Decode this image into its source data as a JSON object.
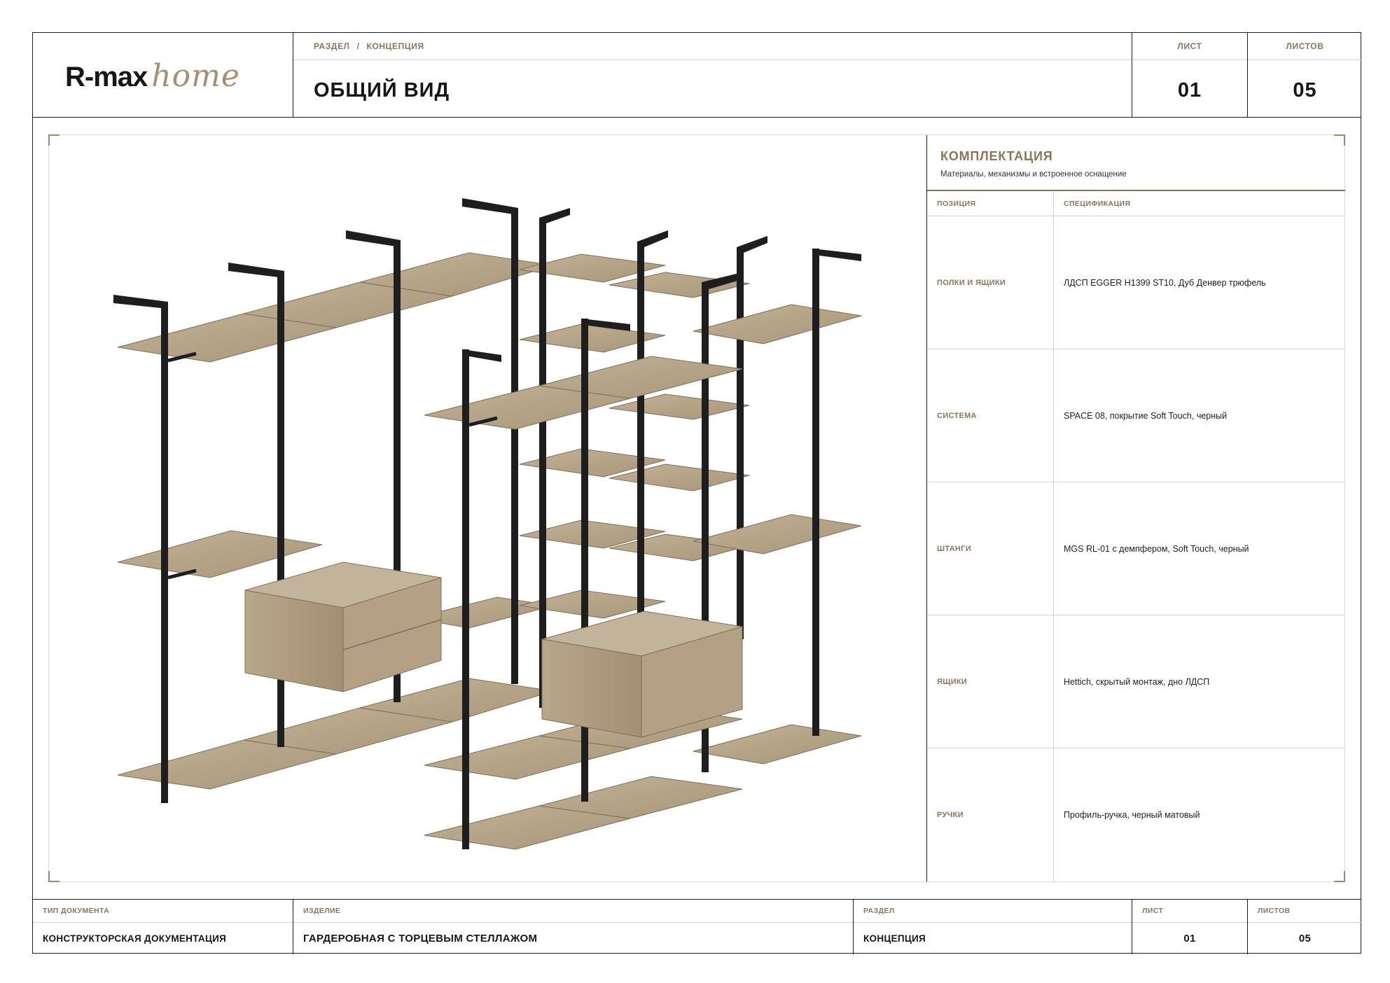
{
  "brand": {
    "wordmark": "R-max",
    "script": "home"
  },
  "header": {
    "section_caption_left": "РАЗДЕЛ",
    "section_separator": "/",
    "section_caption_right": "КОНЦЕПЦИЯ",
    "title": "ОБЩИЙ ВИД",
    "sheet_label": "ЛИСТ",
    "sheet_value": "01",
    "sheets_label": "ЛИСТОВ",
    "sheets_value": "05"
  },
  "spec": {
    "title": "КОМПЛЕКТАЦИЯ",
    "subtitle": "Материалы, механизмы и встроенное оснащение",
    "col_position": "ПОЗИЦИЯ",
    "col_specification": "СПЕЦИФИКАЦИЯ",
    "rows": [
      {
        "position": "ПОЛКИ И ЯЩИКИ",
        "value": "ЛДСП EGGER H1399 ST10, Дуб Денвер трюфель"
      },
      {
        "position": "СИСТЕМА",
        "value": "SPACE 08, покрытие Soft Touch, черный"
      },
      {
        "position": "ШТАНГИ",
        "value": "MGS RL-01 с демпфером, Soft Touch, черный"
      },
      {
        "position": "ЯЩИКИ",
        "value": "Hettich, скрытый монтаж, дно ЛДСП"
      },
      {
        "position": "РУЧКИ",
        "value": "Профиль-ручка, черный матовый"
      }
    ]
  },
  "footer": {
    "doc_type_label": "ТИП ДОКУМЕНТА",
    "doc_type_value": "КОНСТРУКТОРСКАЯ ДОКУМЕНТАЦИЯ",
    "product_label": "ИЗДЕЛИЕ",
    "product_value": "ГАРДЕРОБНАЯ С ТОРЦЕВЫМ СТЕЛЛАЖОМ",
    "section_label": "РАЗДЕЛ",
    "section_value": "КОНЦЕПЦИЯ",
    "sheet_label": "ЛИСТ",
    "sheet_value": "01",
    "sheets_label": "ЛИСТОВ",
    "sheets_value": "05"
  },
  "colors": {
    "accent": "#8c7558",
    "wood": "#b7a58c",
    "wood_dark": "#8f7e66",
    "metal": "#1e1e1e"
  }
}
